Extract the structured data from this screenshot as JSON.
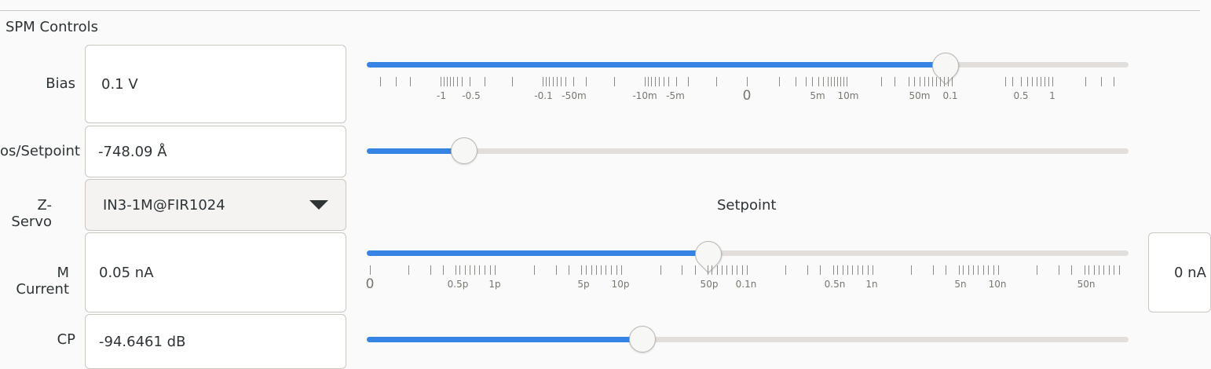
{
  "section_title": "SPM Controls",
  "rows": {
    "bias": {
      "label": "Bias",
      "value": "0.1 V",
      "slider_fraction": 0.76,
      "scale_labels": [
        "-1",
        "-0.5",
        "-0.1",
        "-50m",
        "-10m",
        "-5m",
        "0",
        "5m",
        "10m",
        "50m",
        "0.1",
        "0.5",
        "1"
      ]
    },
    "zpos": {
      "label": "os/Setpoint",
      "value": "-748.09 Å",
      "slider_fraction": 0.128
    },
    "zservo": {
      "label": "Z-Servo",
      "value": "IN3-1M@FIR1024"
    },
    "current": {
      "label": "M Current",
      "value": "0.05 nA",
      "setpoint_caption": "Setpoint",
      "slider_fraction": 0.448,
      "scale_labels": [
        "0",
        "0.5p",
        "1p",
        "5p",
        "10p",
        "50p",
        "0.1n",
        "0.5n",
        "1n",
        "5n",
        "10n",
        "50n"
      ],
      "readout": "0 nA"
    },
    "cp": {
      "label": "CP",
      "value": "-94.6461 dB",
      "slider_fraction": 0.362
    }
  },
  "colors": {
    "accent": "#3584e4",
    "trough": "#e1dedb"
  },
  "icons": {
    "combo_arrow": "chevron-down-icon"
  }
}
